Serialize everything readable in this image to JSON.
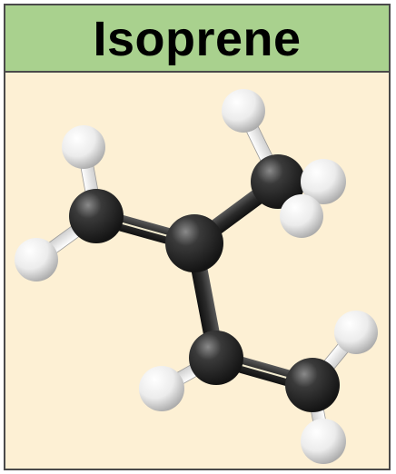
{
  "title": "Isoprene",
  "colors": {
    "title_background": "#a9d18e",
    "panel_background": "#fdf0d4",
    "border": "#4a4a4a",
    "carbon_atom": "#2b2b2b",
    "hydrogen_atom": "#f2f2f2"
  },
  "molecule": {
    "atoms": [
      {
        "id": "C1",
        "element": "carbon"
      },
      {
        "id": "C2",
        "element": "carbon"
      },
      {
        "id": "C3",
        "element": "carbon"
      },
      {
        "id": "C4",
        "element": "carbon"
      },
      {
        "id": "C5",
        "element": "carbon"
      },
      {
        "id": "H1",
        "element": "hydrogen"
      },
      {
        "id": "H2",
        "element": "hydrogen"
      },
      {
        "id": "H3",
        "element": "hydrogen"
      },
      {
        "id": "H4",
        "element": "hydrogen"
      },
      {
        "id": "H5",
        "element": "hydrogen"
      },
      {
        "id": "H6",
        "element": "hydrogen"
      },
      {
        "id": "H7",
        "element": "hydrogen"
      },
      {
        "id": "H8",
        "element": "hydrogen"
      }
    ],
    "bonds": [
      {
        "from": "C1",
        "to": "C2",
        "order": 2
      },
      {
        "from": "C2",
        "to": "C3",
        "order": 1
      },
      {
        "from": "C2",
        "to": "C4",
        "order": 1
      },
      {
        "from": "C4",
        "to": "C5",
        "order": 2
      },
      {
        "from": "C1",
        "to": "H1",
        "order": 1
      },
      {
        "from": "C1",
        "to": "H2",
        "order": 1
      },
      {
        "from": "C3",
        "to": "H3",
        "order": 1
      },
      {
        "from": "C3",
        "to": "H4",
        "order": 1
      },
      {
        "from": "C3",
        "to": "H5",
        "order": 1
      },
      {
        "from": "C4",
        "to": "H6",
        "order": 1
      },
      {
        "from": "C5",
        "to": "H7",
        "order": 1
      },
      {
        "from": "C5",
        "to": "H8",
        "order": 1
      }
    ]
  }
}
